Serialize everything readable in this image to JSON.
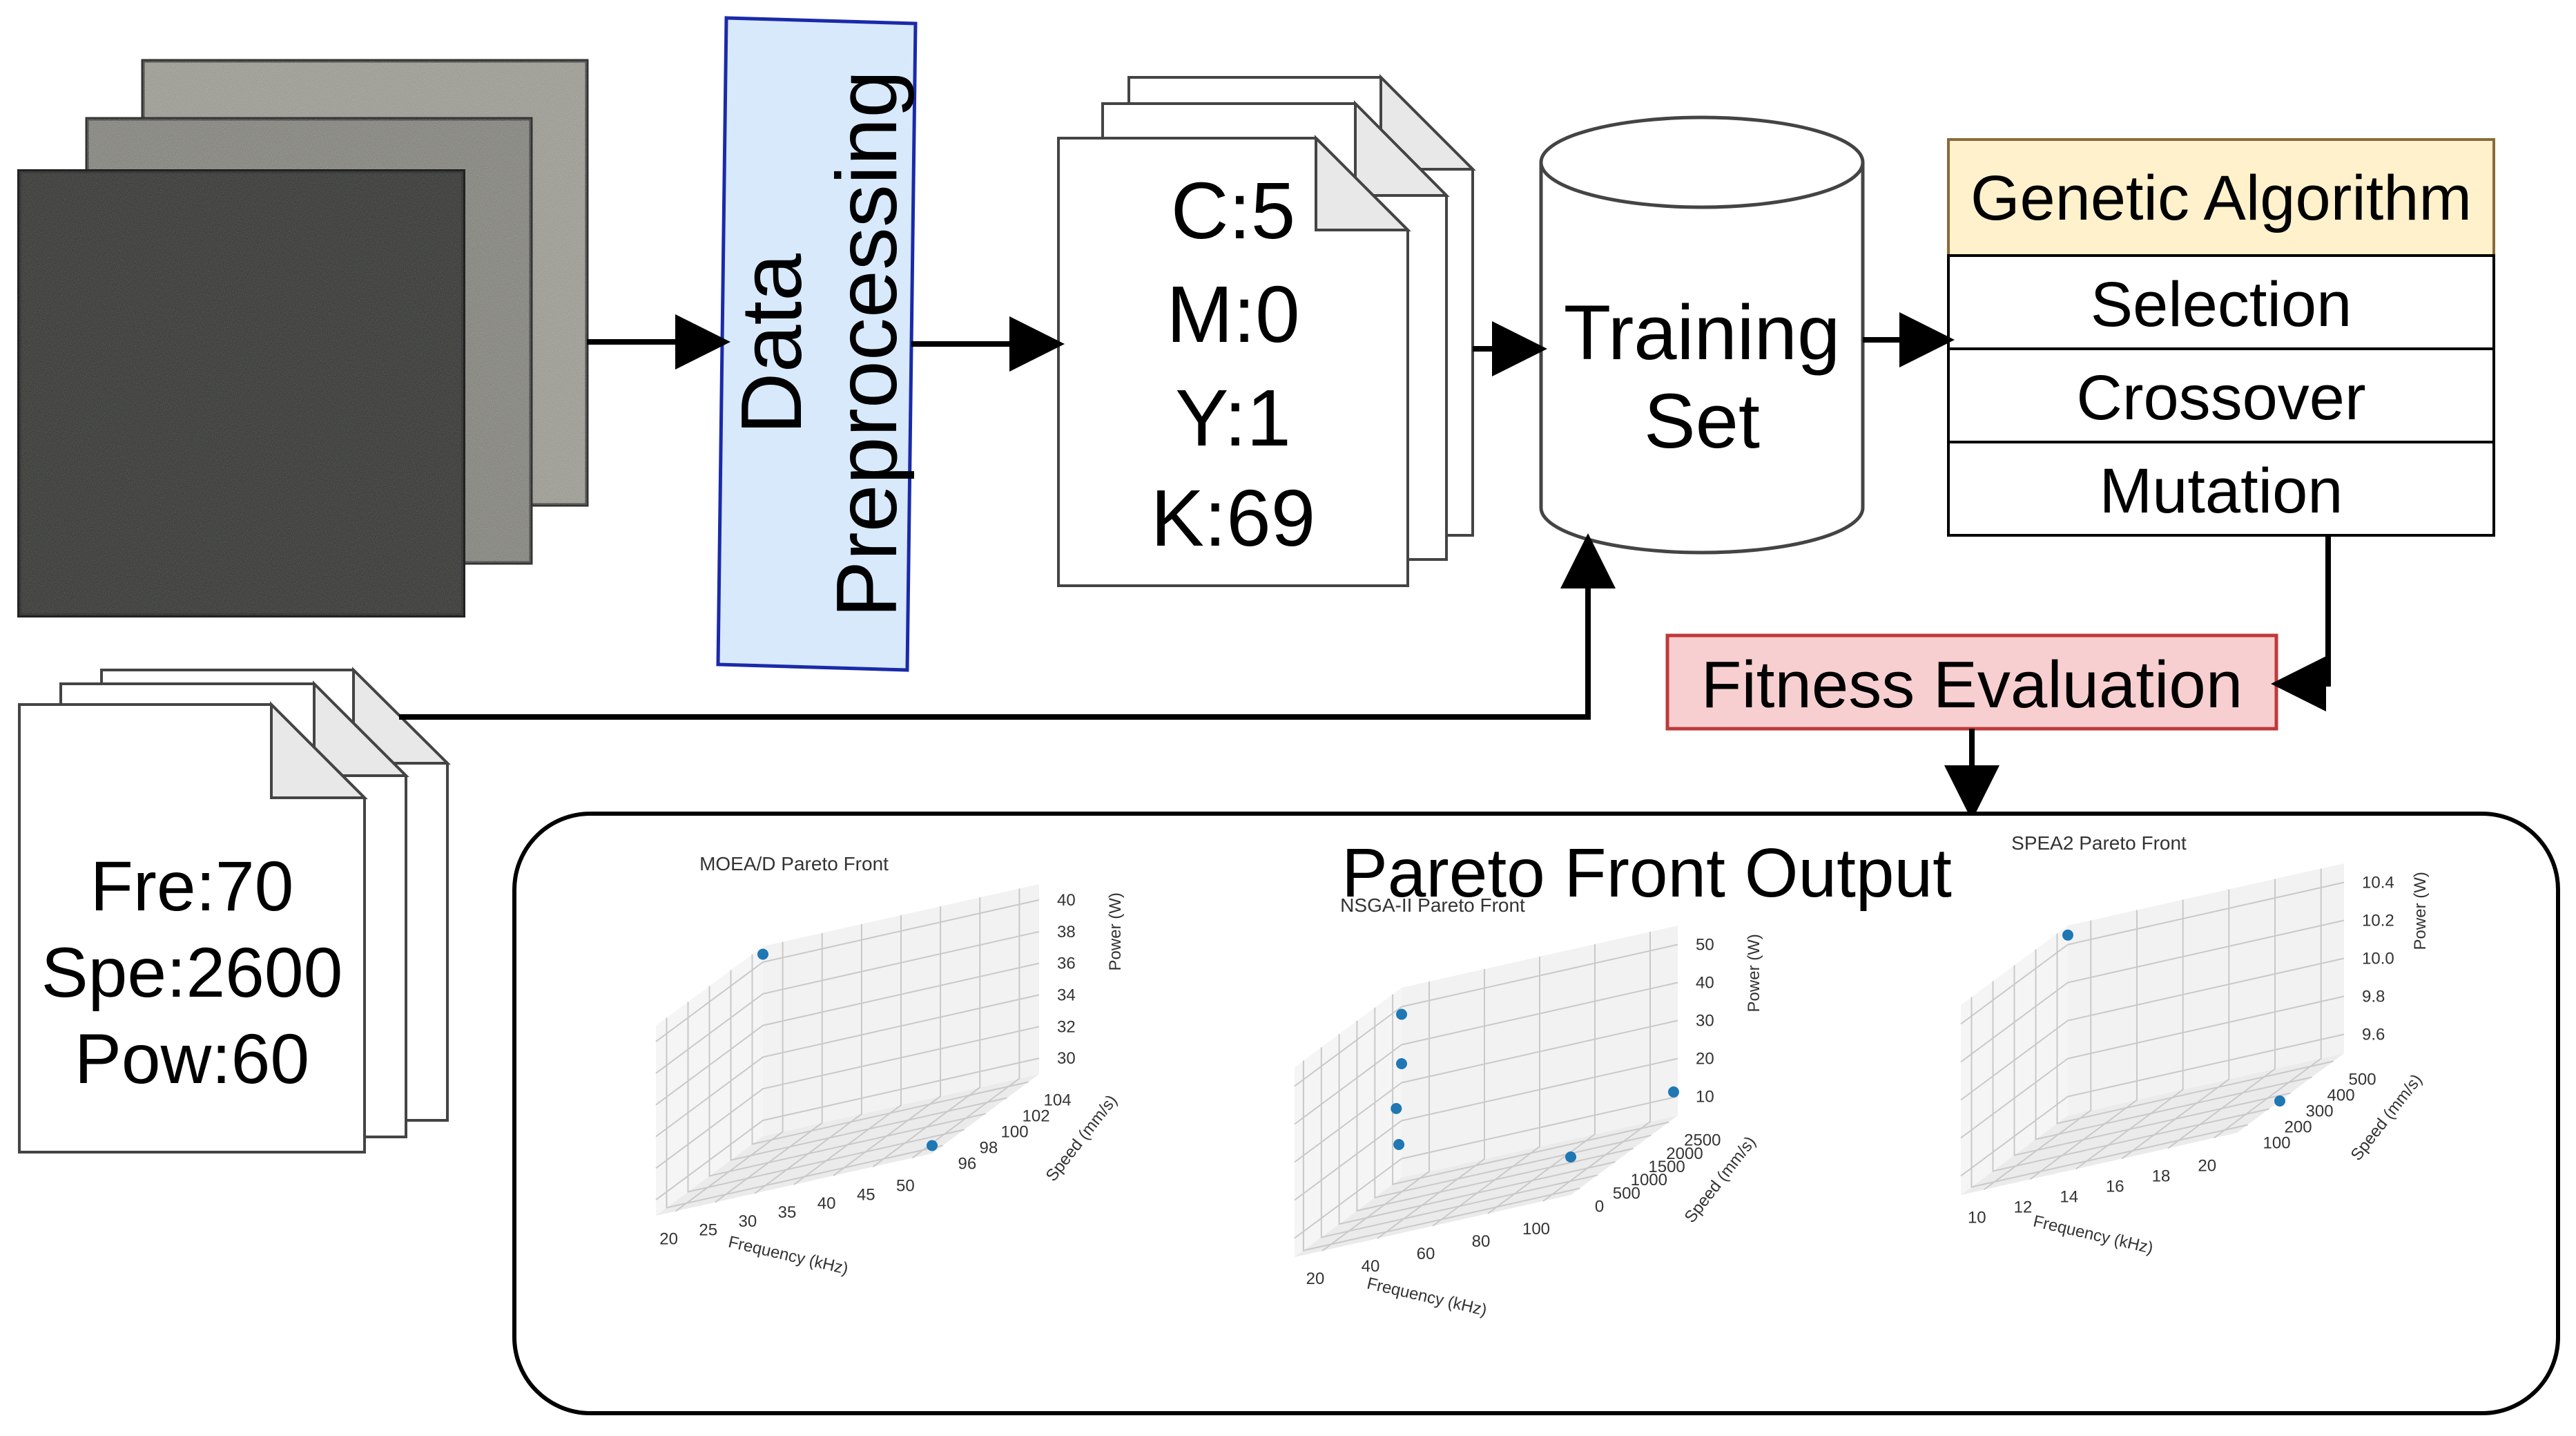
{
  "colors": {
    "preprocessing_fill": "#d7e9fb",
    "preprocessing_border": "#1a2aa8",
    "ga_header_fill": "#fff1cc",
    "ga_header_border": "#8a6a3a",
    "fitness_fill": "#f8cfd0",
    "fitness_border": "#c0393b",
    "point": "#1f77b4",
    "arrow": "#000000"
  },
  "preprocessing": {
    "label_line1": "Data",
    "label_line2": "Preprocessing"
  },
  "cmyk_document": {
    "lines": [
      "C:5",
      "M:0",
      "Y:1",
      "K:69"
    ]
  },
  "params_document": {
    "lines": [
      "Fre:70",
      "Spe:2600",
      "Pow:60"
    ]
  },
  "training_set": {
    "label_line1": "Training",
    "label_line2": "Set"
  },
  "genetic_algorithm": {
    "title": "Genetic Algorithm",
    "steps": [
      "Selection",
      "Crossover",
      "Mutation"
    ]
  },
  "fitness": {
    "label": "Fitness Evaluation"
  },
  "pareto": {
    "title": "Pareto Front Output"
  },
  "chart_data": [
    {
      "type": "scatter",
      "title": "MOEA/D Pareto Front",
      "xlabel": "Frequency (kHz)",
      "ylabel": "Speed (mm/s)",
      "zlabel": "Power (W)",
      "xticks": [
        "20",
        "25",
        "30",
        "35",
        "40",
        "45",
        "50"
      ],
      "yticks": [
        "96",
        "98",
        "100",
        "102",
        "104"
      ],
      "zticks": [
        "30",
        "32",
        "34",
        "36",
        "38",
        "40"
      ],
      "xlim": [
        20,
        50
      ],
      "ylim": [
        95,
        105
      ],
      "zlim": [
        29,
        41
      ],
      "points": [
        {
          "x": 20,
          "y": 95,
          "z": 40.5
        },
        {
          "x": 50,
          "y": 105,
          "z": 29.5
        }
      ],
      "grid": true
    },
    {
      "type": "scatter",
      "title": "NSGA-II Pareto Front",
      "xlabel": "Frequency (kHz)",
      "ylabel": "Speed (mm/s)",
      "zlabel": "Power (W)",
      "xticks": [
        "20",
        "40",
        "60",
        "80",
        "100"
      ],
      "yticks": [
        "0",
        "500",
        "1000",
        "1500",
        "2000",
        "2500"
      ],
      "zticks": [
        "10",
        "20",
        "30",
        "40",
        "50"
      ],
      "xlim": [
        10,
        110
      ],
      "ylim": [
        0,
        2600
      ],
      "zlim": [
        5,
        55
      ],
      "points": [
        {
          "x": 10,
          "y": 0,
          "z": 48
        },
        {
          "x": 10,
          "y": 0,
          "z": 35
        },
        {
          "x": 20,
          "y": 800,
          "z": 28
        },
        {
          "x": 12,
          "y": 200,
          "z": 15
        },
        {
          "x": 110,
          "y": 2600,
          "z": 15
        },
        {
          "x": 110,
          "y": 100,
          "z": 12
        }
      ],
      "grid": true
    },
    {
      "type": "scatter",
      "title": "SPEA2 Pareto Front",
      "xlabel": "Frequency (kHz)",
      "ylabel": "Speed (mm/s)",
      "zlabel": "Power (W)",
      "xticks": [
        "10",
        "12",
        "14",
        "16",
        "18",
        "20"
      ],
      "yticks": [
        "100",
        "200",
        "300",
        "400",
        "500"
      ],
      "zticks": [
        "9.6",
        "9.8",
        "10.0",
        "10.2",
        "10.4"
      ],
      "xlim": [
        10,
        20
      ],
      "ylim": [
        50,
        550
      ],
      "zlim": [
        9.5,
        10.5
      ],
      "points": [
        {
          "x": 10,
          "y": 50,
          "z": 10.45
        },
        {
          "x": 20,
          "y": 350,
          "z": 9.5
        }
      ],
      "grid": true
    }
  ]
}
